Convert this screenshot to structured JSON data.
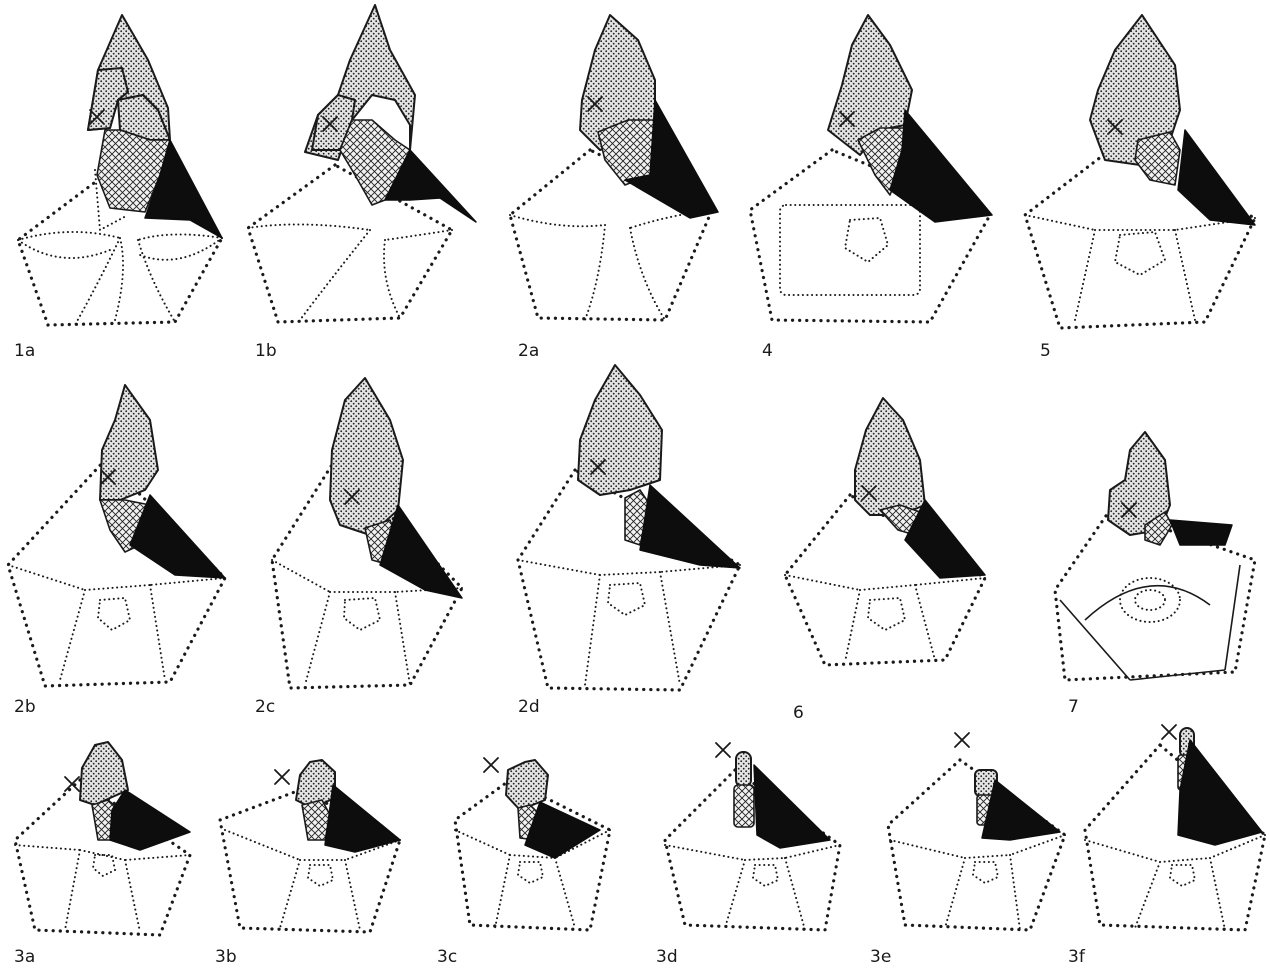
{
  "figures": [
    {
      "id": "1a",
      "label": "1a"
    },
    {
      "id": "1b",
      "label": "1b"
    },
    {
      "id": "2a",
      "label": "2a"
    },
    {
      "id": "4",
      "label": "4"
    },
    {
      "id": "5",
      "label": "5"
    },
    {
      "id": "2b",
      "label": "2b"
    },
    {
      "id": "2c",
      "label": "2c"
    },
    {
      "id": "2d",
      "label": "2d"
    },
    {
      "id": "6",
      "label": "6"
    },
    {
      "id": "7",
      "label": "7"
    },
    {
      "id": "3a",
      "label": "3a"
    },
    {
      "id": "3b",
      "label": "3b"
    },
    {
      "id": "3c",
      "label": "3c"
    },
    {
      "id": "3d",
      "label": "3d"
    },
    {
      "id": "3e",
      "label": "3e"
    },
    {
      "id": "3f",
      "label": "3f"
    }
  ]
}
